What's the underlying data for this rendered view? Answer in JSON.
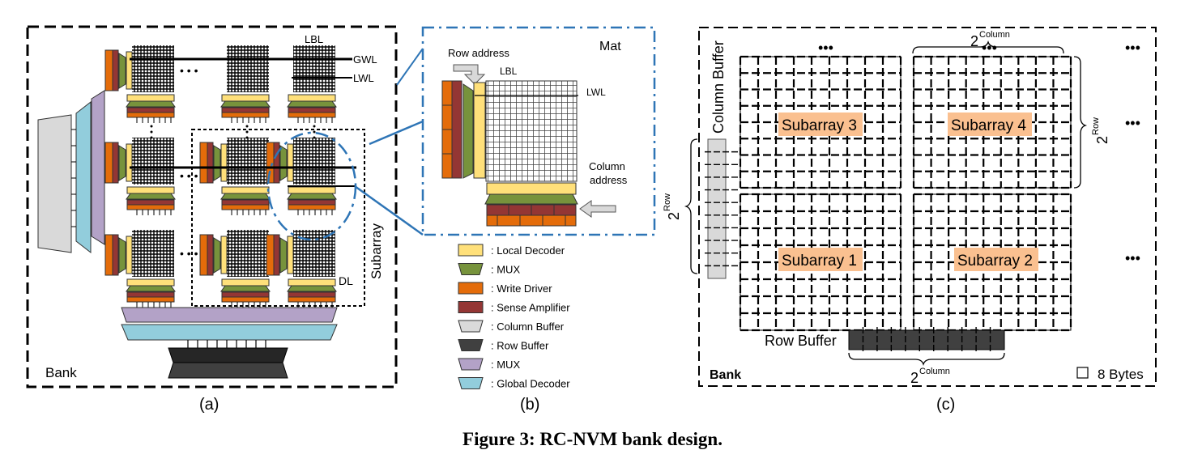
{
  "caption": "Figure 3: RC-NVM bank design.",
  "colors": {
    "local_decoder": "#ffe07a",
    "mux_green": "#77933c",
    "write_driver": "#e46c0a",
    "sense_amp": "#943634",
    "column_buffer": "#d9d9d9",
    "row_buffer": "#404040",
    "mux_purple": "#b3a2c7",
    "global_decoder": "#92cddc",
    "subarray_highlight": "#fac090"
  },
  "panel_a": {
    "label": "(a)",
    "bank": "Bank",
    "subarray": "Subarray",
    "lbl": "LBL",
    "gwl": "GWL",
    "lwl": "LWL",
    "dl": "DL",
    "dots": "• • •"
  },
  "panel_b": {
    "label": "(b)",
    "mat": "Mat",
    "row_address": "Row address",
    "lbl": "LBL",
    "lwl": "LWL",
    "column_address_1": "Column",
    "column_address_2": "address"
  },
  "legend": [
    {
      "label": ": Local Decoder",
      "shape": "rect",
      "color": "#ffe07a"
    },
    {
      "label": ": MUX",
      "shape": "trapezoid",
      "color": "#77933c"
    },
    {
      "label": ": Write Driver",
      "shape": "rect",
      "color": "#e46c0a"
    },
    {
      "label": ": Sense Amplifier",
      "shape": "rect",
      "color": "#943634"
    },
    {
      "label": ": Column Buffer",
      "shape": "trapezoid",
      "color": "#d9d9d9"
    },
    {
      "label": ": Row Buffer",
      "shape": "trapezoid",
      "color": "#404040"
    },
    {
      "label": ": MUX",
      "shape": "trapezoid",
      "color": "#b3a2c7"
    },
    {
      "label": ": Global Decoder",
      "shape": "trapezoid",
      "color": "#92cddc"
    }
  ],
  "panel_c": {
    "label": "(c)",
    "bank": "Bank",
    "column_buffer": "Column Buffer",
    "row_buffer": "Row Buffer",
    "exp_base": "2",
    "exp_column": "Column",
    "exp_row": "Row",
    "bytes": "8 Bytes",
    "dots": "•••",
    "subarrays": [
      "Subarray 3",
      "Subarray 4",
      "Subarray 1",
      "Subarray 2"
    ]
  }
}
